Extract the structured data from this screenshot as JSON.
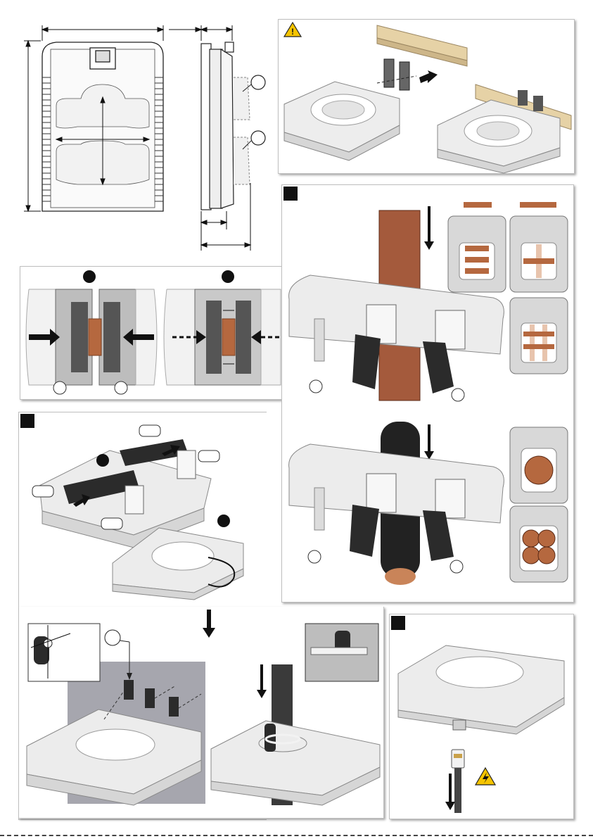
{
  "document": {
    "type": "installation-diagram-sheet",
    "panels": [
      {
        "id": "dimensions"
      },
      {
        "id": "din-rail-mounting",
        "icon": "warning-icon"
      },
      {
        "id": "conductor-insertion"
      },
      {
        "id": "clamp-adjustment"
      },
      {
        "id": "clamp-assembly"
      },
      {
        "id": "screw-cable-tie-mounting"
      },
      {
        "id": "connection",
        "icon": "high-voltage-warning-icon"
      }
    ],
    "colors": {
      "copper": "#b5683f",
      "busbar": "#a45a3c",
      "rail": "#e6d2a6",
      "housing": "#ececec",
      "warning": "#f5c400"
    }
  },
  "footer": {
    "line": "dashed"
  }
}
